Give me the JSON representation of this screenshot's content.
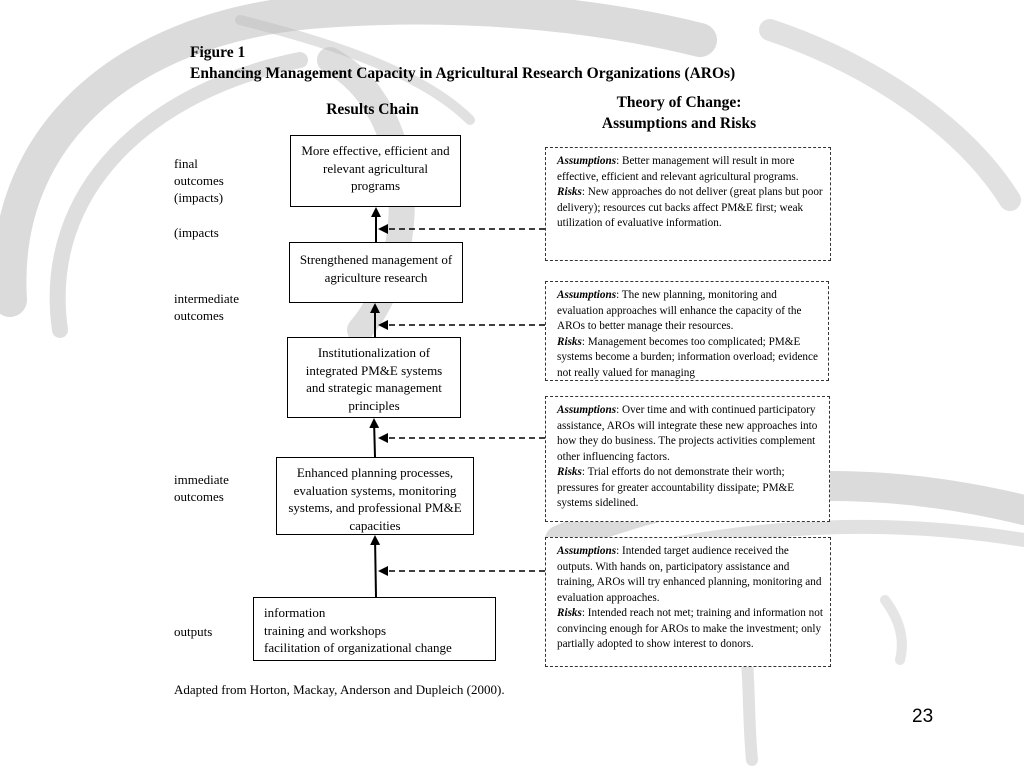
{
  "figure": {
    "number": "Figure 1",
    "title": "Enhancing Management Capacity in Agricultural Research Organizations (AROs)"
  },
  "headers": {
    "results_chain": "Results Chain",
    "theory_line1": "Theory of Change:",
    "theory_line2": "Assumptions and Risks"
  },
  "levels": {
    "final_outcomes": [
      "final",
      "outcomes",
      "(impacts)"
    ],
    "impacts": "(impacts",
    "intermediate": [
      "intermediate",
      "outcomes"
    ],
    "immediate": [
      "immediate",
      "outcomes"
    ],
    "outputs": "outputs"
  },
  "chain": [
    "More effective, efficient and relevant agricultural programs",
    "Strengthened management of agriculture research",
    "Institutionalization of integrated PM&E systems and strategic management principles",
    "Enhanced planning processes, evaluation systems, monitoring systems, and professional PM&E capacities"
  ],
  "outputs_items": [
    "information",
    "training and workshops",
    "facilitation of organizational change"
  ],
  "notes": [
    {
      "assumptions_label": "Assumptions",
      "assumptions_text": ": Better management will result in more effective, efficient and relevant agricultural programs.",
      "risks_label": "Risks",
      "risks_text": ": New approaches do not deliver (great plans but poor delivery); resources cut backs affect PM&E first; weak utilization of evaluative information."
    },
    {
      "assumptions_label": "Assumptions",
      "assumptions_text": ": The new planning, monitoring and evaluation approaches will enhance the capacity of the AROs to better manage their resources.",
      "risks_label": "Risks",
      "risks_text": ": Management becomes too complicated; PM&E systems become a burden; information overload; evidence not really valued for managing"
    },
    {
      "assumptions_label": "Assumptions",
      "assumptions_text": ": Over time and with continued participatory assistance, AROs will integrate these new approaches into how they do business. The projects activities complement other influencing factors.",
      "risks_label": "Risks",
      "risks_text": ": Trial efforts do not demonstrate their worth; pressures for greater accountability dissipate; PM&E systems sidelined."
    },
    {
      "assumptions_label": "Assumptions",
      "assumptions_text": ": Intended target audience received the outputs. With hands on, participatory assistance and training, AROs will try enhanced planning, monitoring and evaluation approaches.",
      "risks_label": "Risks",
      "risks_text": ": Intended reach not met; training and information not convincing enough for AROs to make the investment; only partially adopted to show interest to donors."
    }
  ],
  "source": "Adapted from Horton, Mackay, Anderson and Dupleich (2000).",
  "page_number": "23",
  "colors": {
    "background_swirl": "#b4b4b4",
    "border": "#000000",
    "dashed": "#333333"
  }
}
